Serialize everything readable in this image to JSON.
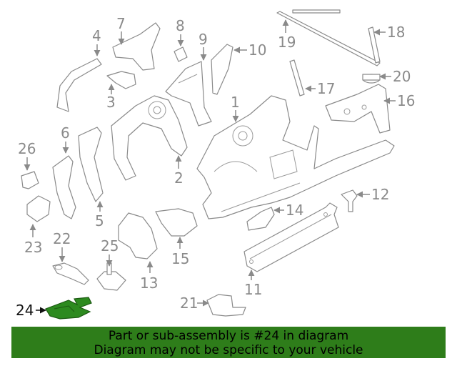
{
  "diagram": {
    "callouts": [
      "1",
      "2",
      "3",
      "4",
      "5",
      "6",
      "7",
      "8",
      "9",
      "10",
      "11",
      "12",
      "13",
      "14",
      "15",
      "16",
      "17",
      "18",
      "19",
      "20",
      "21",
      "22",
      "23",
      "24",
      "25",
      "26"
    ],
    "highlighted_part": "24",
    "highlight_color": "#2d8a1f"
  },
  "banner": {
    "line1": "Part or sub-assembly is #24 in diagram",
    "line2": "Diagram may not be specific to your vehicle",
    "background": "#2e7d1a"
  }
}
